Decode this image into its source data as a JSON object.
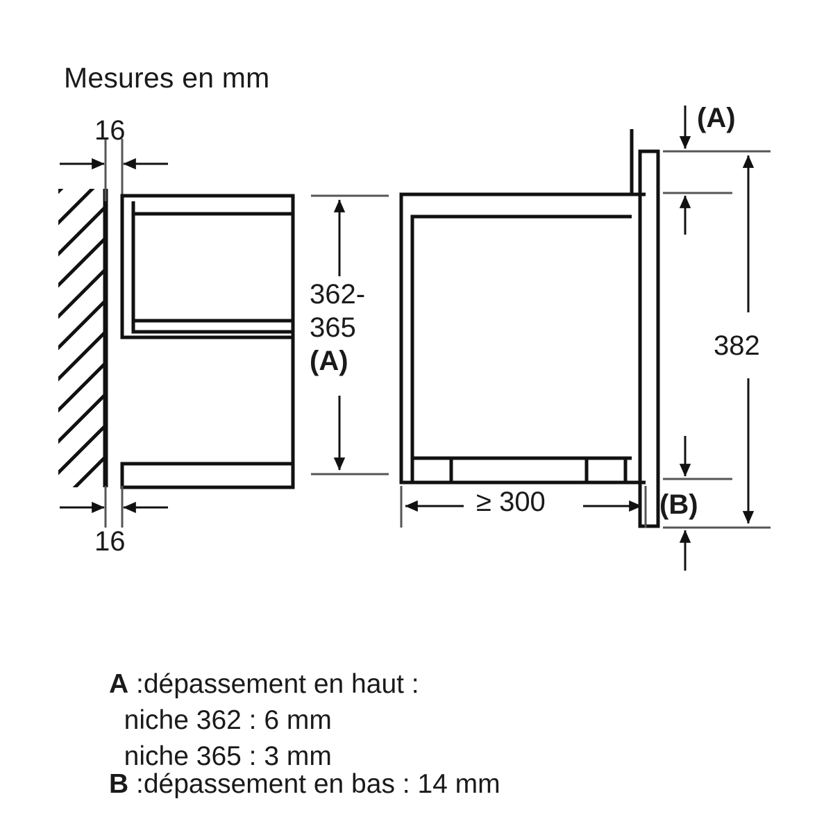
{
  "title": "Mesures en mm",
  "units": "mm",
  "dimensions": {
    "gap_top_left": "16",
    "gap_bottom_left": "16",
    "niche_height_value": "362-",
    "niche_height_value2": "365",
    "niche_height_ref": "(A)",
    "depth_min": "≥ 300",
    "appliance_height": "382",
    "overhang_top_ref": "(A)",
    "overhang_bottom_ref": "(B)"
  },
  "legend": {
    "rows": [
      {
        "key": "A",
        "text": " :dépassement en haut :",
        "indent": false
      },
      {
        "key": "",
        "text": "  niche 362 : 6 mm",
        "indent": true
      },
      {
        "key": "",
        "text": "  niche 365 : 3 mm",
        "indent": true
      },
      {
        "key": "B",
        "text": " :dépassement en bas : 14 mm",
        "indent": false
      }
    ]
  },
  "colors": {
    "line": "#1a1a1a",
    "thin_line": "#555555",
    "background": "#ffffff",
    "text": "#1a1a1a"
  },
  "views": {
    "left": {
      "name": "front-elevation-niche",
      "description": "wall with hatching, niche cabinet upper box and lower shelf"
    },
    "right": {
      "name": "side-section-appliance",
      "description": "side section of built-in appliance with front panel and feet"
    }
  }
}
